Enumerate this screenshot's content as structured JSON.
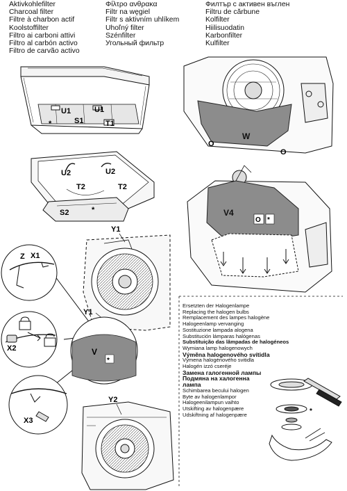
{
  "filter_titles": {
    "col1": [
      "Aktivkohlefilter",
      "Charcoal filter",
      "Filtre à charbon actif",
      "Koolstoffilter",
      "Filtro ai carboni attivi",
      "Filtro al carbón activo",
      "Filtro de carvão activo"
    ],
    "col2": [
      "Φίλτρο ανθρακα",
      "Filtr na węgiel",
      "Filtr s aktivním uhlíkem",
      "Uhoľný filter",
      "Szénfilter",
      "Угольный фильтр"
    ],
    "col3": [
      "Филтър с активен въглен",
      "Filtru de cărbune",
      "Kolfilter",
      "Hiilisuodatin",
      "Karbonfilter",
      "Kulfilter"
    ]
  },
  "halogen_titles": [
    {
      "text": "Ersetzten der Halogenlampe",
      "style": "normal"
    },
    {
      "text": "Replacing the halogen bulbs",
      "style": "normal"
    },
    {
      "text": "Remplacement des lampes halogène",
      "style": "normal"
    },
    {
      "text": "Halogeenlamp vervanging",
      "style": "normal"
    },
    {
      "text": "Sostituzione lampada alogena",
      "style": "normal"
    },
    {
      "text": "Substitución lámparas halógenas",
      "style": "normal"
    },
    {
      "text": "Substituição das lâmpadas de halogéneos",
      "style": "heavy"
    },
    {
      "text": "Wymiana lamp halogenowych",
      "style": "normal"
    },
    {
      "text": "Výměna halogenového svítidla",
      "style": "big"
    },
    {
      "text": "Výmena halogénového svitidla",
      "style": "normal"
    },
    {
      "text": "Halogén izzó cseréje",
      "style": "normal"
    },
    {
      "text": "Замена галогенной лампы",
      "style": "big"
    },
    {
      "text": "Подмяна на халогенна",
      "style": "big"
    },
    {
      "text": "лампа",
      "style": "big"
    },
    {
      "text": "Schimbarea becului halogen",
      "style": "normal"
    },
    {
      "text": "Byte av halogenlampor",
      "style": "normal"
    },
    {
      "text": "Halogeenilampun vaihto",
      "style": "normal"
    },
    {
      "text": "Utskifting av halogenpære",
      "style": "normal"
    },
    {
      "text": "Udskiftning af halogenpære",
      "style": "normal"
    }
  ],
  "labels": {
    "u1_left": "U1",
    "u1_right": "U1",
    "s1": "S1",
    "t1": "T1",
    "star": "*",
    "w": "W",
    "o": "O",
    "u2": "U2",
    "t2": "T2",
    "s2": "S2",
    "v4": "V4",
    "v": "V",
    "y1": "Y1",
    "y2": "Y2",
    "z": "Z",
    "x1": "X1",
    "x2": "X2",
    "x3": "X3"
  }
}
